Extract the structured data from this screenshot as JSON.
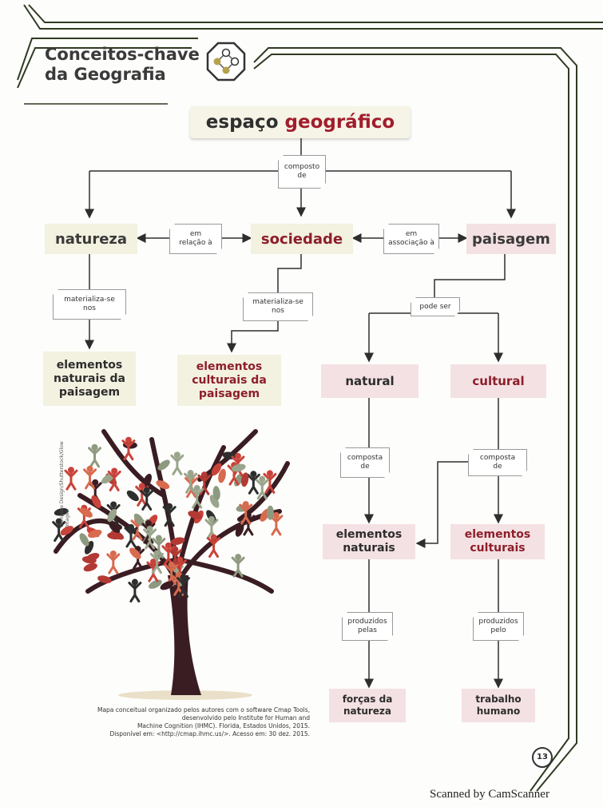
{
  "heading": {
    "line1": "Conceitos-chave",
    "line2": "da Geografia"
  },
  "emblem_icon": "concept-network-icon",
  "title": {
    "word1": "espaço",
    "word2": "geográfico"
  },
  "nodes": {
    "natureza": "natureza",
    "sociedade": "sociedade",
    "paisagem": "paisagem",
    "elementos_naturais_paisagem": [
      "elementos",
      "naturais da",
      "paisagem"
    ],
    "elementos_culturais_paisagem": [
      "elementos",
      "culturais da",
      "paisagem"
    ],
    "natural": "natural",
    "cultural": "cultural",
    "elementos_naturais": [
      "elementos",
      "naturais"
    ],
    "elementos_culturais": [
      "elementos",
      "culturais"
    ],
    "forcas_natureza": [
      "forças da",
      "natureza"
    ],
    "trabalho_humano": [
      "trabalho",
      "humano"
    ]
  },
  "links": {
    "composto_de": [
      "composto",
      "de"
    ],
    "em_relacao_a": [
      "em",
      "relação à"
    ],
    "em_associacao_a": [
      "em",
      "associação à"
    ],
    "materializa_left": [
      "materializa-se",
      "nos"
    ],
    "materializa_mid": [
      "materializa-se",
      "nos"
    ],
    "pode_ser": "pode ser",
    "composta_de_left": [
      "composta",
      "de"
    ],
    "composta_de_right": [
      "composta",
      "de"
    ],
    "produzidos_pelas": [
      "produzidos",
      "pelas"
    ],
    "produzidos_pelo": [
      "produzidos",
      "pelo"
    ]
  },
  "image_credit": "Compose Design/Shutterstock/Glow Images",
  "illustration": "tree-of-people",
  "caption": [
    "Mapa conceitual organizado pelos autores com o software Cmap Tools,",
    "desenvolvido pelo Institute for Human and",
    "Machine Cognition (IHMC). Florida, Estados Unidos, 2015.",
    "Disponível em: <http://cmap.ihmc.us/>. Acesso em: 30 dez. 2015."
  ],
  "page_number": "13",
  "scanner_note": "Scanned by CamScanner",
  "colors": {
    "accent_red": "#a11d2c",
    "line_green": "#3b4a2a",
    "beige": "#f3f1e0",
    "pink": "#f4e1e3"
  }
}
